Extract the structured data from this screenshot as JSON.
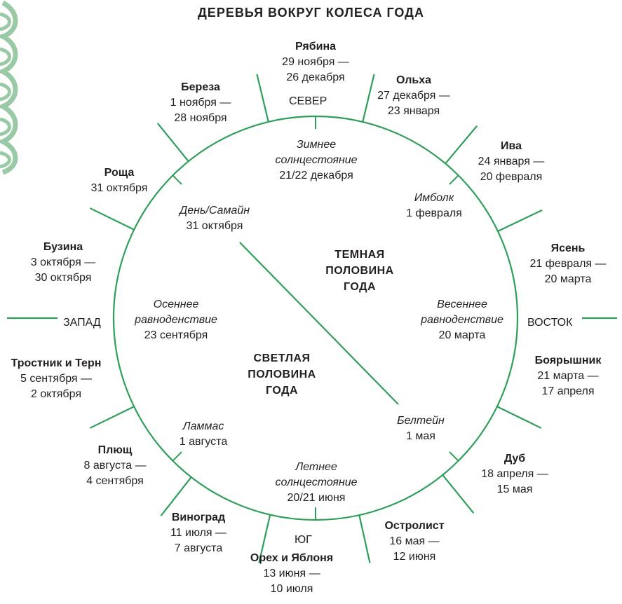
{
  "title": "ДЕРЕВЬЯ ВОКРУГ КОЛЕСА ГОДА",
  "colors": {
    "line": "#2f9e5b",
    "knot": "#9ac9a6",
    "text": "#231f20"
  },
  "directions": {
    "north": "СЕВЕР",
    "east": "ВОСТОК",
    "south": "ЮГ",
    "west": "ЗАПАД"
  },
  "halves": {
    "dark": [
      "ТЕМНАЯ",
      "ПОЛОВИНА",
      "ГОДА"
    ],
    "light": [
      "СВЕТЛАЯ",
      "ПОЛОВИНА",
      "ГОДА"
    ]
  },
  "trees": [
    {
      "name": "Рябина",
      "dates": [
        "29 ноября —",
        "26 декабря"
      ]
    },
    {
      "name": "Ольха",
      "dates": [
        "27 декабря —",
        "23 января"
      ]
    },
    {
      "name": "Ива",
      "dates": [
        "24 января —",
        "20 февраля"
      ]
    },
    {
      "name": "Ясень",
      "dates": [
        "21 февраля —",
        "20 марта"
      ]
    },
    {
      "name": "Боярышник",
      "dates": [
        "21 марта —",
        "17 апреля"
      ]
    },
    {
      "name": "Дуб",
      "dates": [
        "18 апреля —",
        "15 мая"
      ]
    },
    {
      "name": "Остролист",
      "dates": [
        "16 мая —",
        "12 июня"
      ]
    },
    {
      "name": "Орех и Яблоня",
      "dates": [
        "13 июня —",
        "10 июля"
      ]
    },
    {
      "name": "Виноград",
      "dates": [
        "11 июля —",
        "7 августа"
      ]
    },
    {
      "name": "Плющ",
      "dates": [
        "8 августа —",
        "4 сентября"
      ]
    },
    {
      "name": "Тростник и Терн",
      "dates": [
        "5 сентября —",
        "2 октября"
      ]
    },
    {
      "name": "Бузина",
      "dates": [
        "3 октября —",
        "30 октября"
      ]
    },
    {
      "name": "Роща",
      "dates": [
        "31 октября"
      ]
    },
    {
      "name": "Береза",
      "dates": [
        "1 ноября —",
        "28 ноября"
      ]
    }
  ],
  "festivals": [
    {
      "name": [
        "Зимнее",
        "солнцестояние"
      ],
      "date": "21/22 декабря"
    },
    {
      "name": [
        "Имболк"
      ],
      "date": "1 февраля"
    },
    {
      "name": [
        "Весеннее",
        "равноденствие"
      ],
      "date": "20 марта"
    },
    {
      "name": [
        "Белтейн"
      ],
      "date": "1 мая"
    },
    {
      "name": [
        "Летнее",
        "солнцестояние"
      ],
      "date": "20/21 июня"
    },
    {
      "name": [
        "Ламмас"
      ],
      "date": "1 августа"
    },
    {
      "name": [
        "Осеннее",
        "равноденствие"
      ],
      "date": "23 сентября"
    },
    {
      "name": [
        "День/Самайн"
      ],
      "date": "31 октября"
    }
  ]
}
